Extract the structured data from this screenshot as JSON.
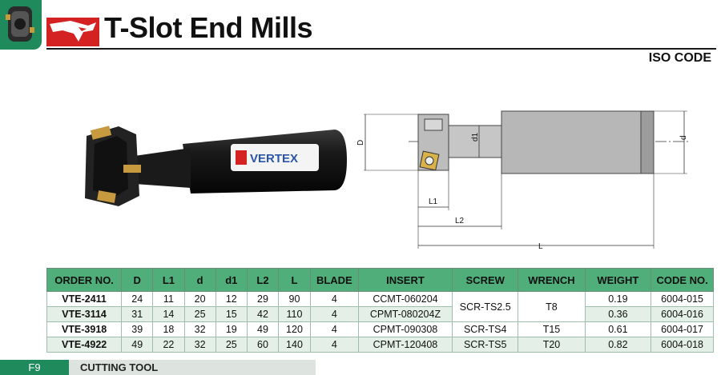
{
  "header": {
    "title": "T-Slot End Mills",
    "subtitle": "ISO CODE",
    "logo_icon": "eagle-logo-icon",
    "accent_color": "#1f8a5c",
    "logo_color": "#d42121"
  },
  "photo": {
    "brand_label": "VERTEX"
  },
  "drawing": {
    "labels": {
      "D": "D",
      "d1": "d1",
      "d": "d",
      "L1": "L1",
      "L2": "L2",
      "L": "L"
    }
  },
  "table": {
    "headers": [
      "ORDER NO.",
      "D",
      "L1",
      "d",
      "d1",
      "L2",
      "L",
      "BLADE",
      "INSERT",
      "SCREW",
      "WRENCH",
      "WEIGHT",
      "CODE NO."
    ],
    "rows": [
      {
        "order": "VTE-2411",
        "D": "24",
        "L1": "11",
        "d": "20",
        "d1": "12",
        "L2": "29",
        "L": "90",
        "blade": "4",
        "insert": "CCMT-060204",
        "screw": "SCR-TS2.5",
        "wrench": "T8",
        "weight": "0.19",
        "code": "6004-015"
      },
      {
        "order": "VTE-3114",
        "D": "31",
        "L1": "14",
        "d": "25",
        "d1": "15",
        "L2": "42",
        "L": "110",
        "blade": "4",
        "insert": "CPMT-080204Z",
        "screw": "",
        "wrench": "",
        "weight": "0.36",
        "code": "6004-016"
      },
      {
        "order": "VTE-3918",
        "D": "39",
        "L1": "18",
        "d": "32",
        "d1": "19",
        "L2": "49",
        "L": "120",
        "blade": "4",
        "insert": "CPMT-090308",
        "screw": "SCR-TS4",
        "wrench": "T15",
        "weight": "0.61",
        "code": "6004-017"
      },
      {
        "order": "VTE-4922",
        "D": "49",
        "L1": "22",
        "d": "32",
        "d1": "25",
        "L2": "60",
        "L": "140",
        "blade": "4",
        "insert": "CPMT-120408",
        "screw": "SCR-TS5",
        "wrench": "T20",
        "weight": "0.82",
        "code": "6004-018"
      }
    ]
  },
  "footer": {
    "page_number": "F9",
    "section_label": "CUTTING TOOL"
  }
}
